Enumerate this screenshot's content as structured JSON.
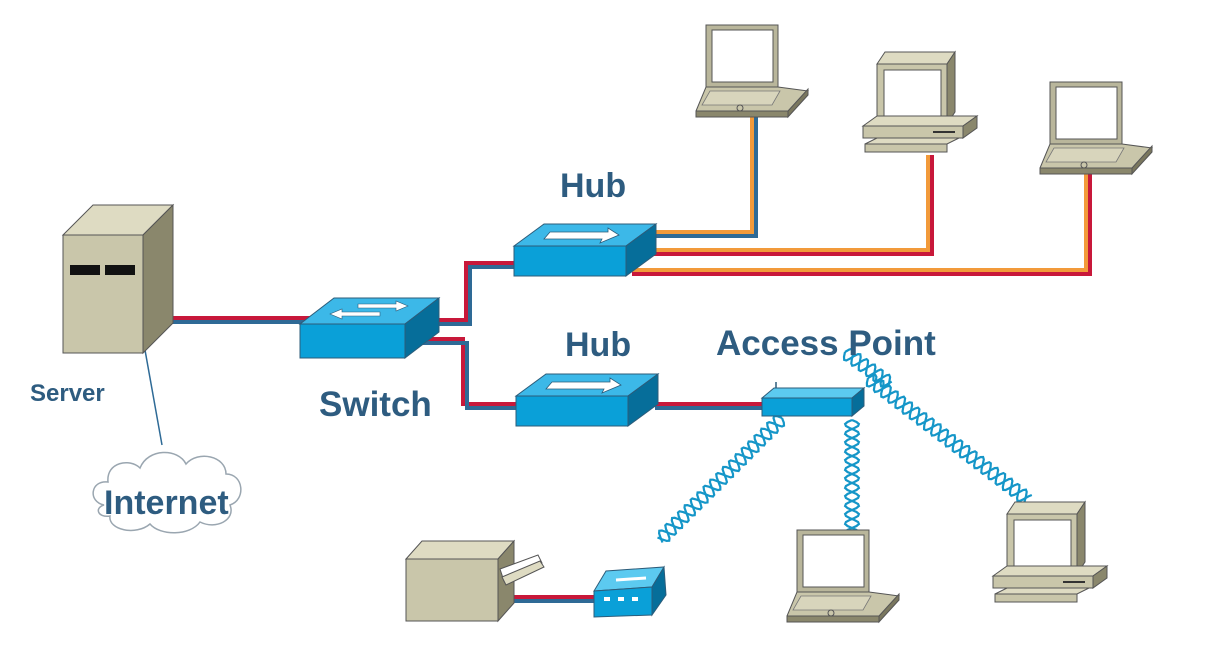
{
  "labels": {
    "server": "Server",
    "internet": "Internet",
    "switch": "Switch",
    "hub_top": "Hub",
    "hub_bottom": "Hub",
    "access_point": "Access Point"
  },
  "colors": {
    "cable_red": "#c8183a",
    "cable_blue": "#2e6a96",
    "cable_orange": "#f29a3a",
    "device_blue": "#0aa0d8",
    "device_blue_dark": "#066e9a",
    "device_blue_light": "#5ccaf0",
    "computer_beige": "#c9c6aa",
    "computer_dark": "#8a876c",
    "wireless": "#1596c8",
    "label": "#2e5c80"
  },
  "devices": {
    "server": "server-icon",
    "internet": "cloud-icon",
    "switch": "switch-icon",
    "hub_top": "hub-icon",
    "hub_bottom": "hub-icon",
    "access_point": "access-point-icon",
    "modem": "modem-icon",
    "printer": "printer-icon",
    "laptop_1": "laptop-icon",
    "desktop_1": "desktop-icon",
    "laptop_2": "laptop-icon",
    "laptop_3": "laptop-icon",
    "desktop_2": "desktop-icon"
  }
}
